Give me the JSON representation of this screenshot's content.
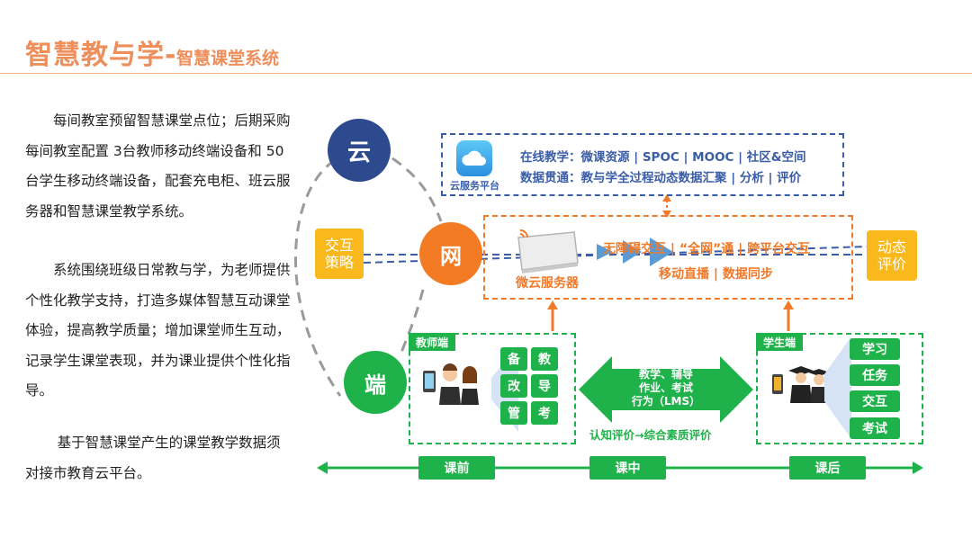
{
  "title": {
    "main": "智慧教与学-",
    "sub": "智慧课堂系统"
  },
  "paragraphs": [
    "每间教室预留智慧课堂点位；后期采购每间教室配置 3台教师移动终端设备和 50 台学生移动终端设备，配套充电柜、班云服务器和智慧课堂教学系统。",
    "系统围绕班级日常教与学，为老师提供个性化教学支持，打造多媒体智慧互动课堂体验，提高教学质量；增加课堂师生互动，记录学生课堂表现，并为课业提供个性化指导。",
    "基于智慧课堂产生的课堂教学数据须对接市教育云平台。"
  ],
  "layers": {
    "cloud": "云",
    "net": "网",
    "end": "端"
  },
  "side_labels": {
    "left": [
      "交互",
      "策略"
    ],
    "right": [
      "动态",
      "评价"
    ]
  },
  "cloud_platform": {
    "icon_label": "云服务平台",
    "line1": "在线教学：微课资源 | SPOC | MOOC | 社区&空间",
    "line2": "数据贯通：教与学全过程动态数据汇聚 | 分析 | 评价"
  },
  "micro_server": {
    "label": "微云服务器",
    "line1": "无障碍交互 | “全网”通 | 跨平台交互",
    "line2": "移动直播  | 数据同步"
  },
  "teacher": {
    "tag": "教师端",
    "items": [
      "备",
      "教",
      "改",
      "导",
      "管",
      "考"
    ]
  },
  "student": {
    "tag": "学生端",
    "items": [
      "学习",
      "任务",
      "交互",
      "考试"
    ]
  },
  "middle_arrow": {
    "line1": "教学、辅导",
    "line2": "作业、考试",
    "line3": "行为（LMS）",
    "caption": "认知评价→综合素质评价"
  },
  "timeline": [
    "课前",
    "课中",
    "课后"
  ],
  "colors": {
    "title": "#EE8E5A",
    "cloud_circle": "#2E4A8E",
    "net_circle": "#F27B24",
    "end_circle": "#20B24A",
    "side_label": "#F9B81B",
    "green": "#20B24A",
    "orange": "#F07A2A",
    "blue": "#3A5DA8"
  },
  "icons": [
    "cloud-icon",
    "server-device-icon",
    "teacher-figures-icon",
    "student-figures-icon",
    "wifi-icon"
  ]
}
